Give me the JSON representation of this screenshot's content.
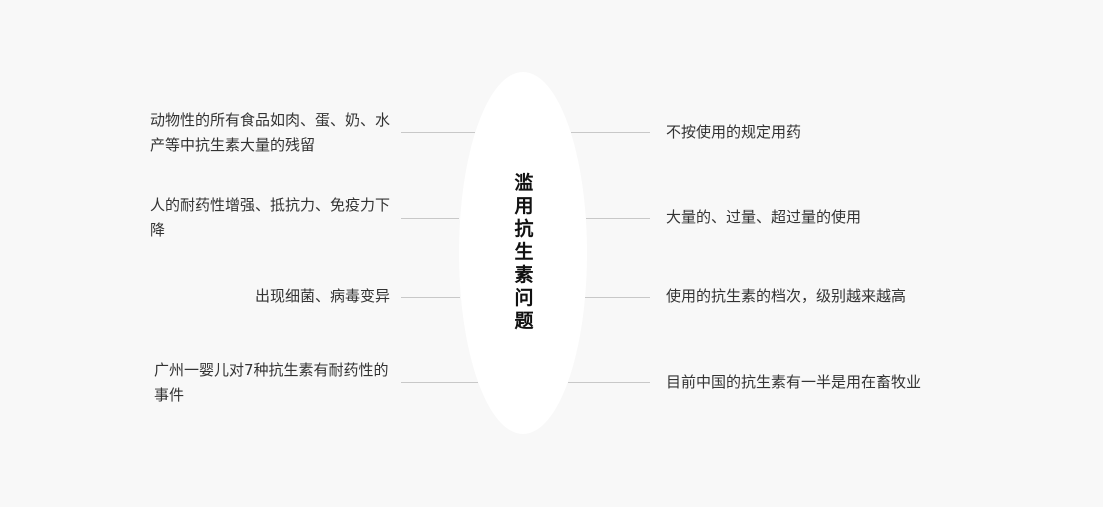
{
  "center": {
    "title": "滥用抗生素问题"
  },
  "left_items": [
    {
      "text": "动物性的所有食品如肉、蛋、奶、水产等中抗生素大量的残留"
    },
    {
      "text": "人的耐药性增强、抵抗力、免疫力下降"
    },
    {
      "text": "出现细菌、病毒变异"
    },
    {
      "text": "广州一婴儿对7种抗生素有耐药性的事件"
    }
  ],
  "right_items": [
    {
      "text": "不按使用的规定用药"
    },
    {
      "text": "大量的、过量、超过量的使用"
    },
    {
      "text": "使用的抗生素的档次，级别越来越高"
    },
    {
      "text": "目前中国的抗生素有一半是用在畜牧业"
    }
  ]
}
